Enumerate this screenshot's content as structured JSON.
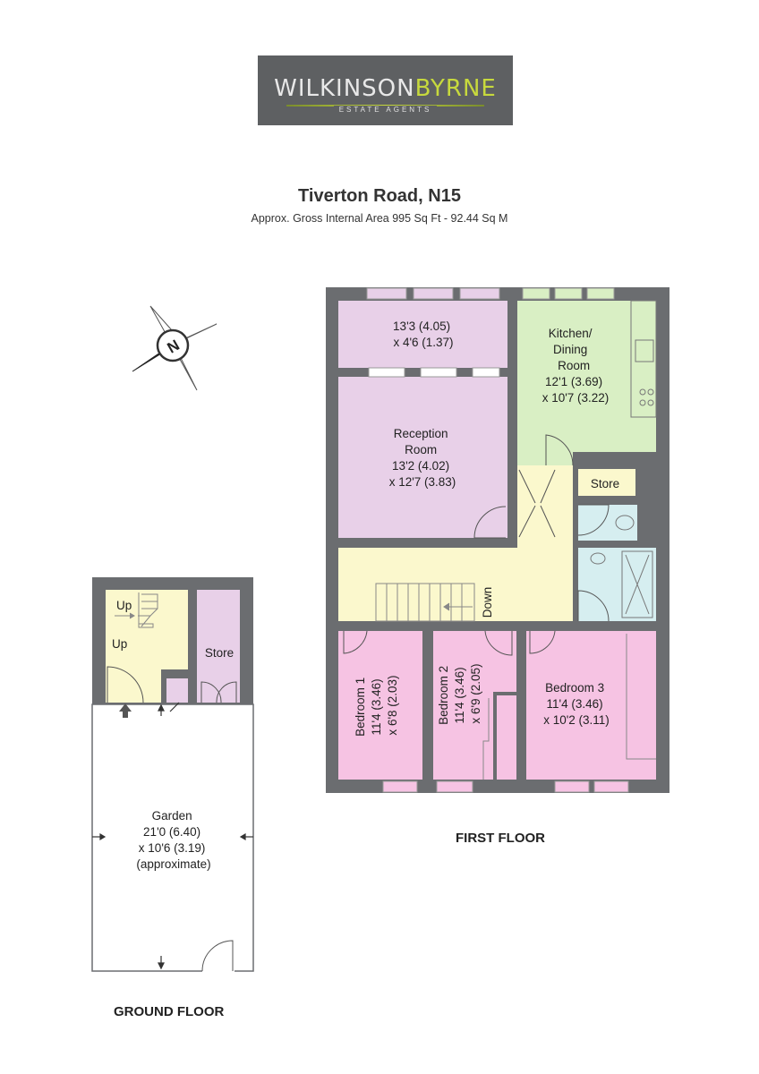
{
  "logo": {
    "brand_part1": "WILKINSON",
    "brand_part2": "BYRNE",
    "tagline": "ESTATE AGENTS"
  },
  "header": {
    "title": "Tiverton Road, N15",
    "subtitle": "Approx. Gross Internal Area 995 Sq Ft - 92.44 Sq M"
  },
  "compass": {
    "label": "N"
  },
  "first_floor": {
    "label": "FIRST FLOOR",
    "rooms": {
      "top_room": {
        "line1": "13'3 (4.05)",
        "line2": "x 4'6 (1.37)"
      },
      "kitchen": {
        "line1": "Kitchen/",
        "line2": "Dining",
        "line3": "Room",
        "line4": "12'1 (3.69)",
        "line5": "x 10'7 (3.22)"
      },
      "reception": {
        "line1": "Reception",
        "line2": "Room",
        "line3": "13'2 (4.02)",
        "line4": "x 12'7 (3.83)"
      },
      "store": {
        "label": "Store"
      },
      "landing": {
        "stair_label": "Down"
      },
      "bedroom1": {
        "line1": "Bedroom 1",
        "line2": "11'4 (3.46)",
        "line3": "x 6'8 (2.03)"
      },
      "bedroom2": {
        "line1": "Bedroom 2",
        "line2": "11'4 (3.46)",
        "line3": "x 6'9 (2.05)"
      },
      "bedroom3": {
        "line1": "Bedroom 3",
        "line2": "11'4 (3.46)",
        "line3": "x 10'2 (3.11)"
      }
    }
  },
  "ground_floor": {
    "label": "GROUND FLOOR",
    "rooms": {
      "stairs": {
        "up1": "Up",
        "up2": "Up"
      },
      "store": {
        "label": "Store"
      },
      "garden": {
        "line1": "Garden",
        "line2": "21'0 (6.40)",
        "line3": "x 10'6 (3.19)",
        "line4": "(approximate)"
      }
    }
  },
  "colors": {
    "wall": "#6b6d70",
    "lilac": "#e8d0e8",
    "pink": "#f6c3e3",
    "green": "#d9efc4",
    "yellow": "#fbf8cd",
    "bath": "#d6eef0",
    "logo_bg": "#5e6062",
    "logo_accent": "#c7d93d"
  }
}
